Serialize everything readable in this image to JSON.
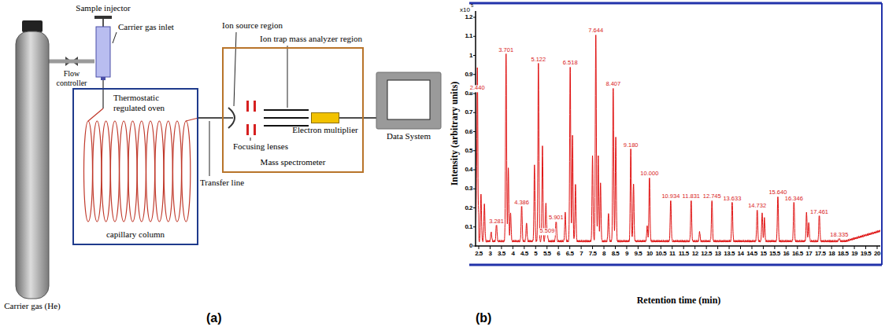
{
  "diagram": {
    "nodes": [
      {
        "text": [
          "Carrier gas (He)"
        ]
      },
      {
        "text": [
          "Sample injector"
        ]
      },
      {
        "text": [
          "Thermostatic regulated oven",
          "capillary column"
        ]
      },
      {
        "text": [
          "Mass spectrometer"
        ]
      },
      {
        "text": [
          "Electron multiplier"
        ],
        "in": 3
      },
      {
        "text": [
          "Data System"
        ]
      }
    ],
    "edges": [
      {
        "from": 0,
        "to": 1,
        "arrow": "none",
        "label": "Flow controller"
      },
      {
        "from": 2,
        "to": 3,
        "arrow": "none"
      },
      {
        "from": 4,
        "to": 5,
        "arrow": "none"
      }
    ],
    "labels": [
      "Carrier gas inlet",
      "Ion source region",
      "Ion trap mass analyzer region",
      "Transfer line",
      "Focusing lenses",
      "(a)",
      "x10",
      "5",
      "1.2",
      "1.1",
      "1",
      "0.9",
      "0.8",
      "0.7",
      "0.6",
      "0.5",
      "0.4",
      "0.3",
      "0.2",
      "0.1",
      "0",
      "2.5",
      "3",
      "3.5",
      "4",
      "4.5",
      "5",
      "5.5",
      "6",
      "6.5",
      "7",
      "7.5",
      "8",
      "8.5",
      "9",
      "9.5",
      "10",
      "10.5",
      "11",
      "11.5",
      "12",
      "12.5",
      "13",
      "13.5",
      "14",
      "14.5",
      "15",
      "15.5",
      "16",
      "16.5",
      "17",
      "17.5",
      "18",
      "18.5",
      "19",
      "19.5",
      "20",
      "2.440",
      "3.281",
      "3.701",
      "4.386",
      "5.122",
      "5.509",
      "5.901",
      "6.518",
      "7.644",
      "8.407",
      "9.180",
      "10.000",
      "10.934",
      "11.831",
      "12.745",
      "13.633",
      "14.732",
      "15.640",
      "16.346",
      "17.461",
      "18.335",
      "Intensity (arbitrary units)",
      "Retention time (min)",
      "(b)"
    ]
  }
}
